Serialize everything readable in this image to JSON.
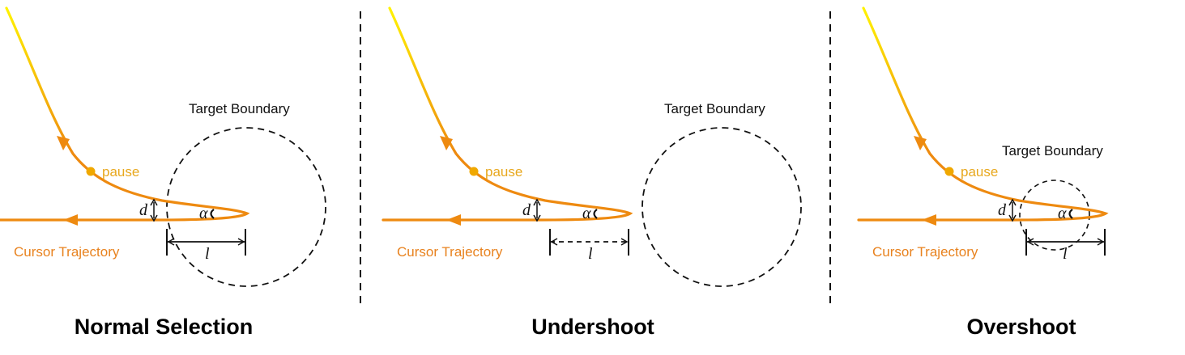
{
  "colors": {
    "trajectory": "#EE8A10",
    "trajectory_start": "#FFF200",
    "pause_dot": "#F0A800",
    "boundary": "#111111"
  },
  "panels": [
    {
      "id": "normal",
      "title": "Normal Selection",
      "target_label": "Target Boundary",
      "pause_label": "pause",
      "trajectory_label": "Cursor Trajectory",
      "d_label": "d",
      "alpha_label": "α",
      "l_label": "l"
    },
    {
      "id": "undershoot",
      "title": "Undershoot",
      "target_label": "Target Boundary",
      "pause_label": "pause",
      "trajectory_label": "Cursor Trajectory",
      "d_label": "d",
      "alpha_label": "α",
      "l_label": "l"
    },
    {
      "id": "overshoot",
      "title": "Overshoot",
      "target_label": "Target Boundary",
      "pause_label": "pause",
      "trajectory_label": "Cursor Trajectory",
      "d_label": "d",
      "alpha_label": "α",
      "l_label": "l"
    }
  ]
}
